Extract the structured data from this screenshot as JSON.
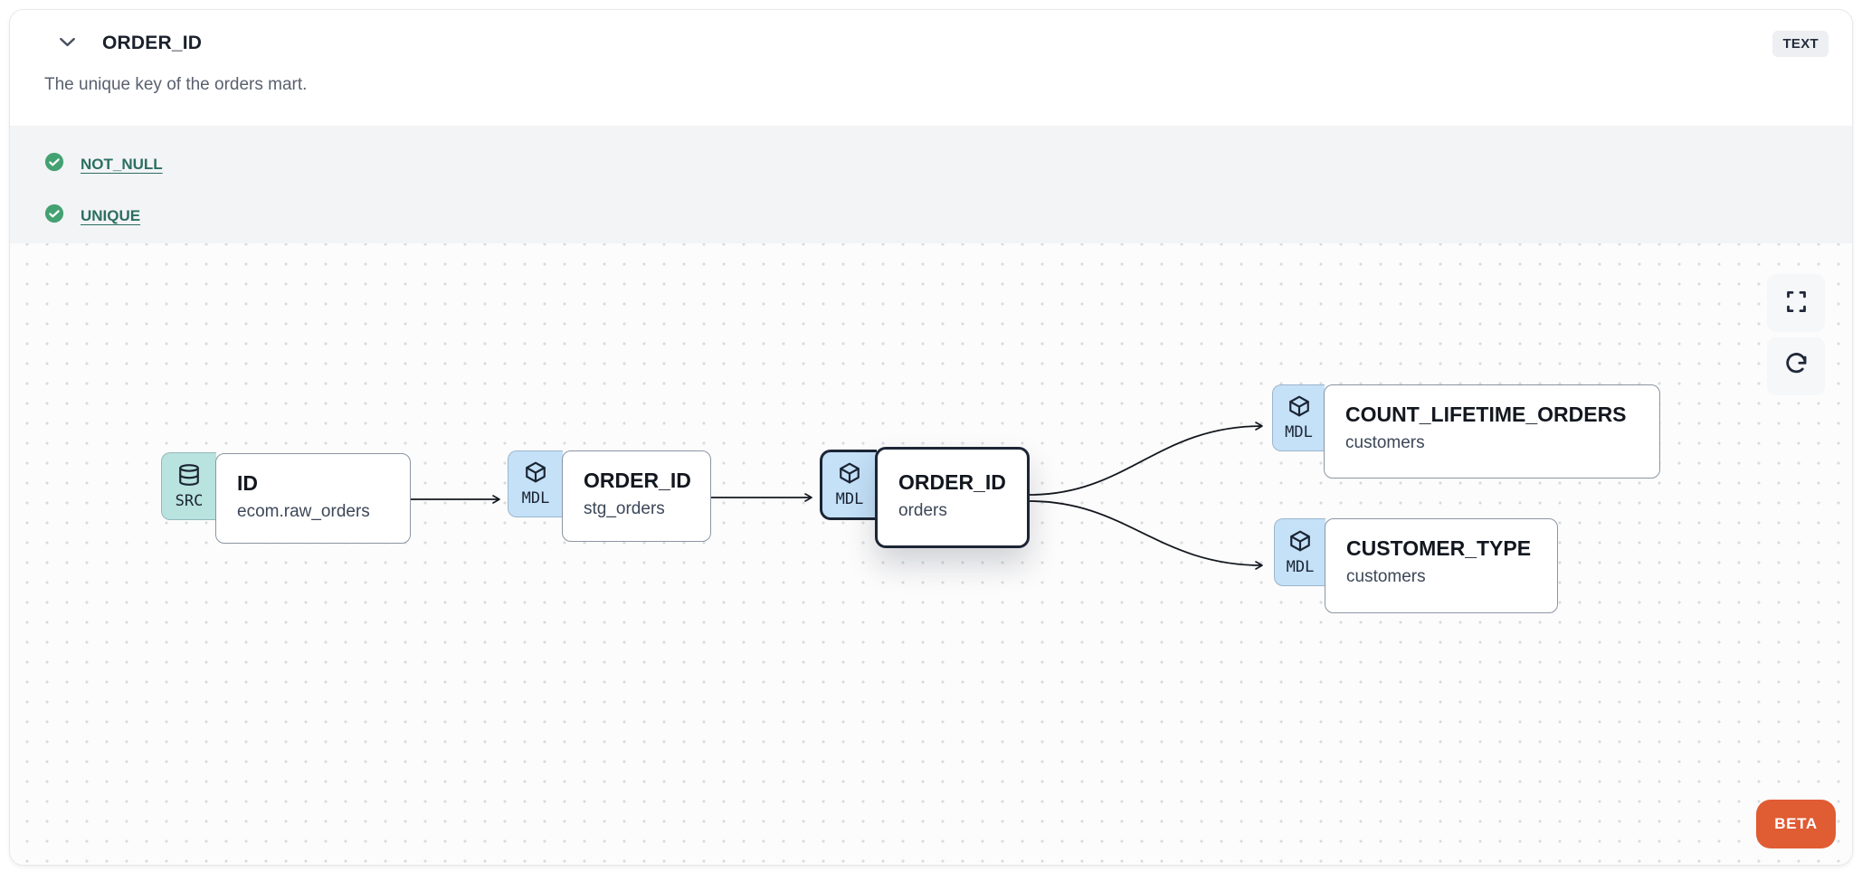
{
  "header": {
    "title": "ORDER_ID",
    "type_badge": "TEXT",
    "description": "The unique key of the orders mart."
  },
  "tests": [
    {
      "label": "NOT_NULL",
      "status": "pass"
    },
    {
      "label": "UNIQUE",
      "status": "pass"
    }
  ],
  "icons": {
    "chevron_down": "chevron-down-icon",
    "test_pass": "check-circle-icon",
    "source": "database-icon",
    "model": "cube-icon",
    "fullscreen": "maximize-icon",
    "refresh": "refresh-icon"
  },
  "canvas": {
    "beta_label": "BETA",
    "nodes": [
      {
        "badge": "SRC",
        "kind": "source",
        "title": "ID",
        "subtitle": "ecom.raw_orders",
        "selected": false
      },
      {
        "badge": "MDL",
        "kind": "model",
        "title": "ORDER_ID",
        "subtitle": "stg_orders",
        "selected": false
      },
      {
        "badge": "MDL",
        "kind": "model",
        "title": "ORDER_ID",
        "subtitle": "orders",
        "selected": true
      },
      {
        "badge": "MDL",
        "kind": "model",
        "title": "COUNT_LIFETIME_ORDERS",
        "subtitle": "customers",
        "selected": false
      },
      {
        "badge": "MDL",
        "kind": "model",
        "title": "CUSTOMER_TYPE",
        "subtitle": "customers",
        "selected": false
      }
    ],
    "edges": [
      {
        "from": "ID.ecom.raw_orders",
        "to": "ORDER_ID.stg_orders"
      },
      {
        "from": "ORDER_ID.stg_orders",
        "to": "ORDER_ID.orders"
      },
      {
        "from": "ORDER_ID.orders",
        "to": "COUNT_LIFETIME_ORDERS.customers"
      },
      {
        "from": "ORDER_ID.orders",
        "to": "CUSTOMER_TYPE.customers"
      }
    ]
  },
  "colors": {
    "source_badge": "#b9e3de",
    "model_badge": "#c4e1f8",
    "test_pass_green": "#44a172",
    "test_link": "#2c6e62",
    "beta_orange": "#e05c33",
    "selection_border": "#1c2534",
    "edge": "#14181f"
  }
}
